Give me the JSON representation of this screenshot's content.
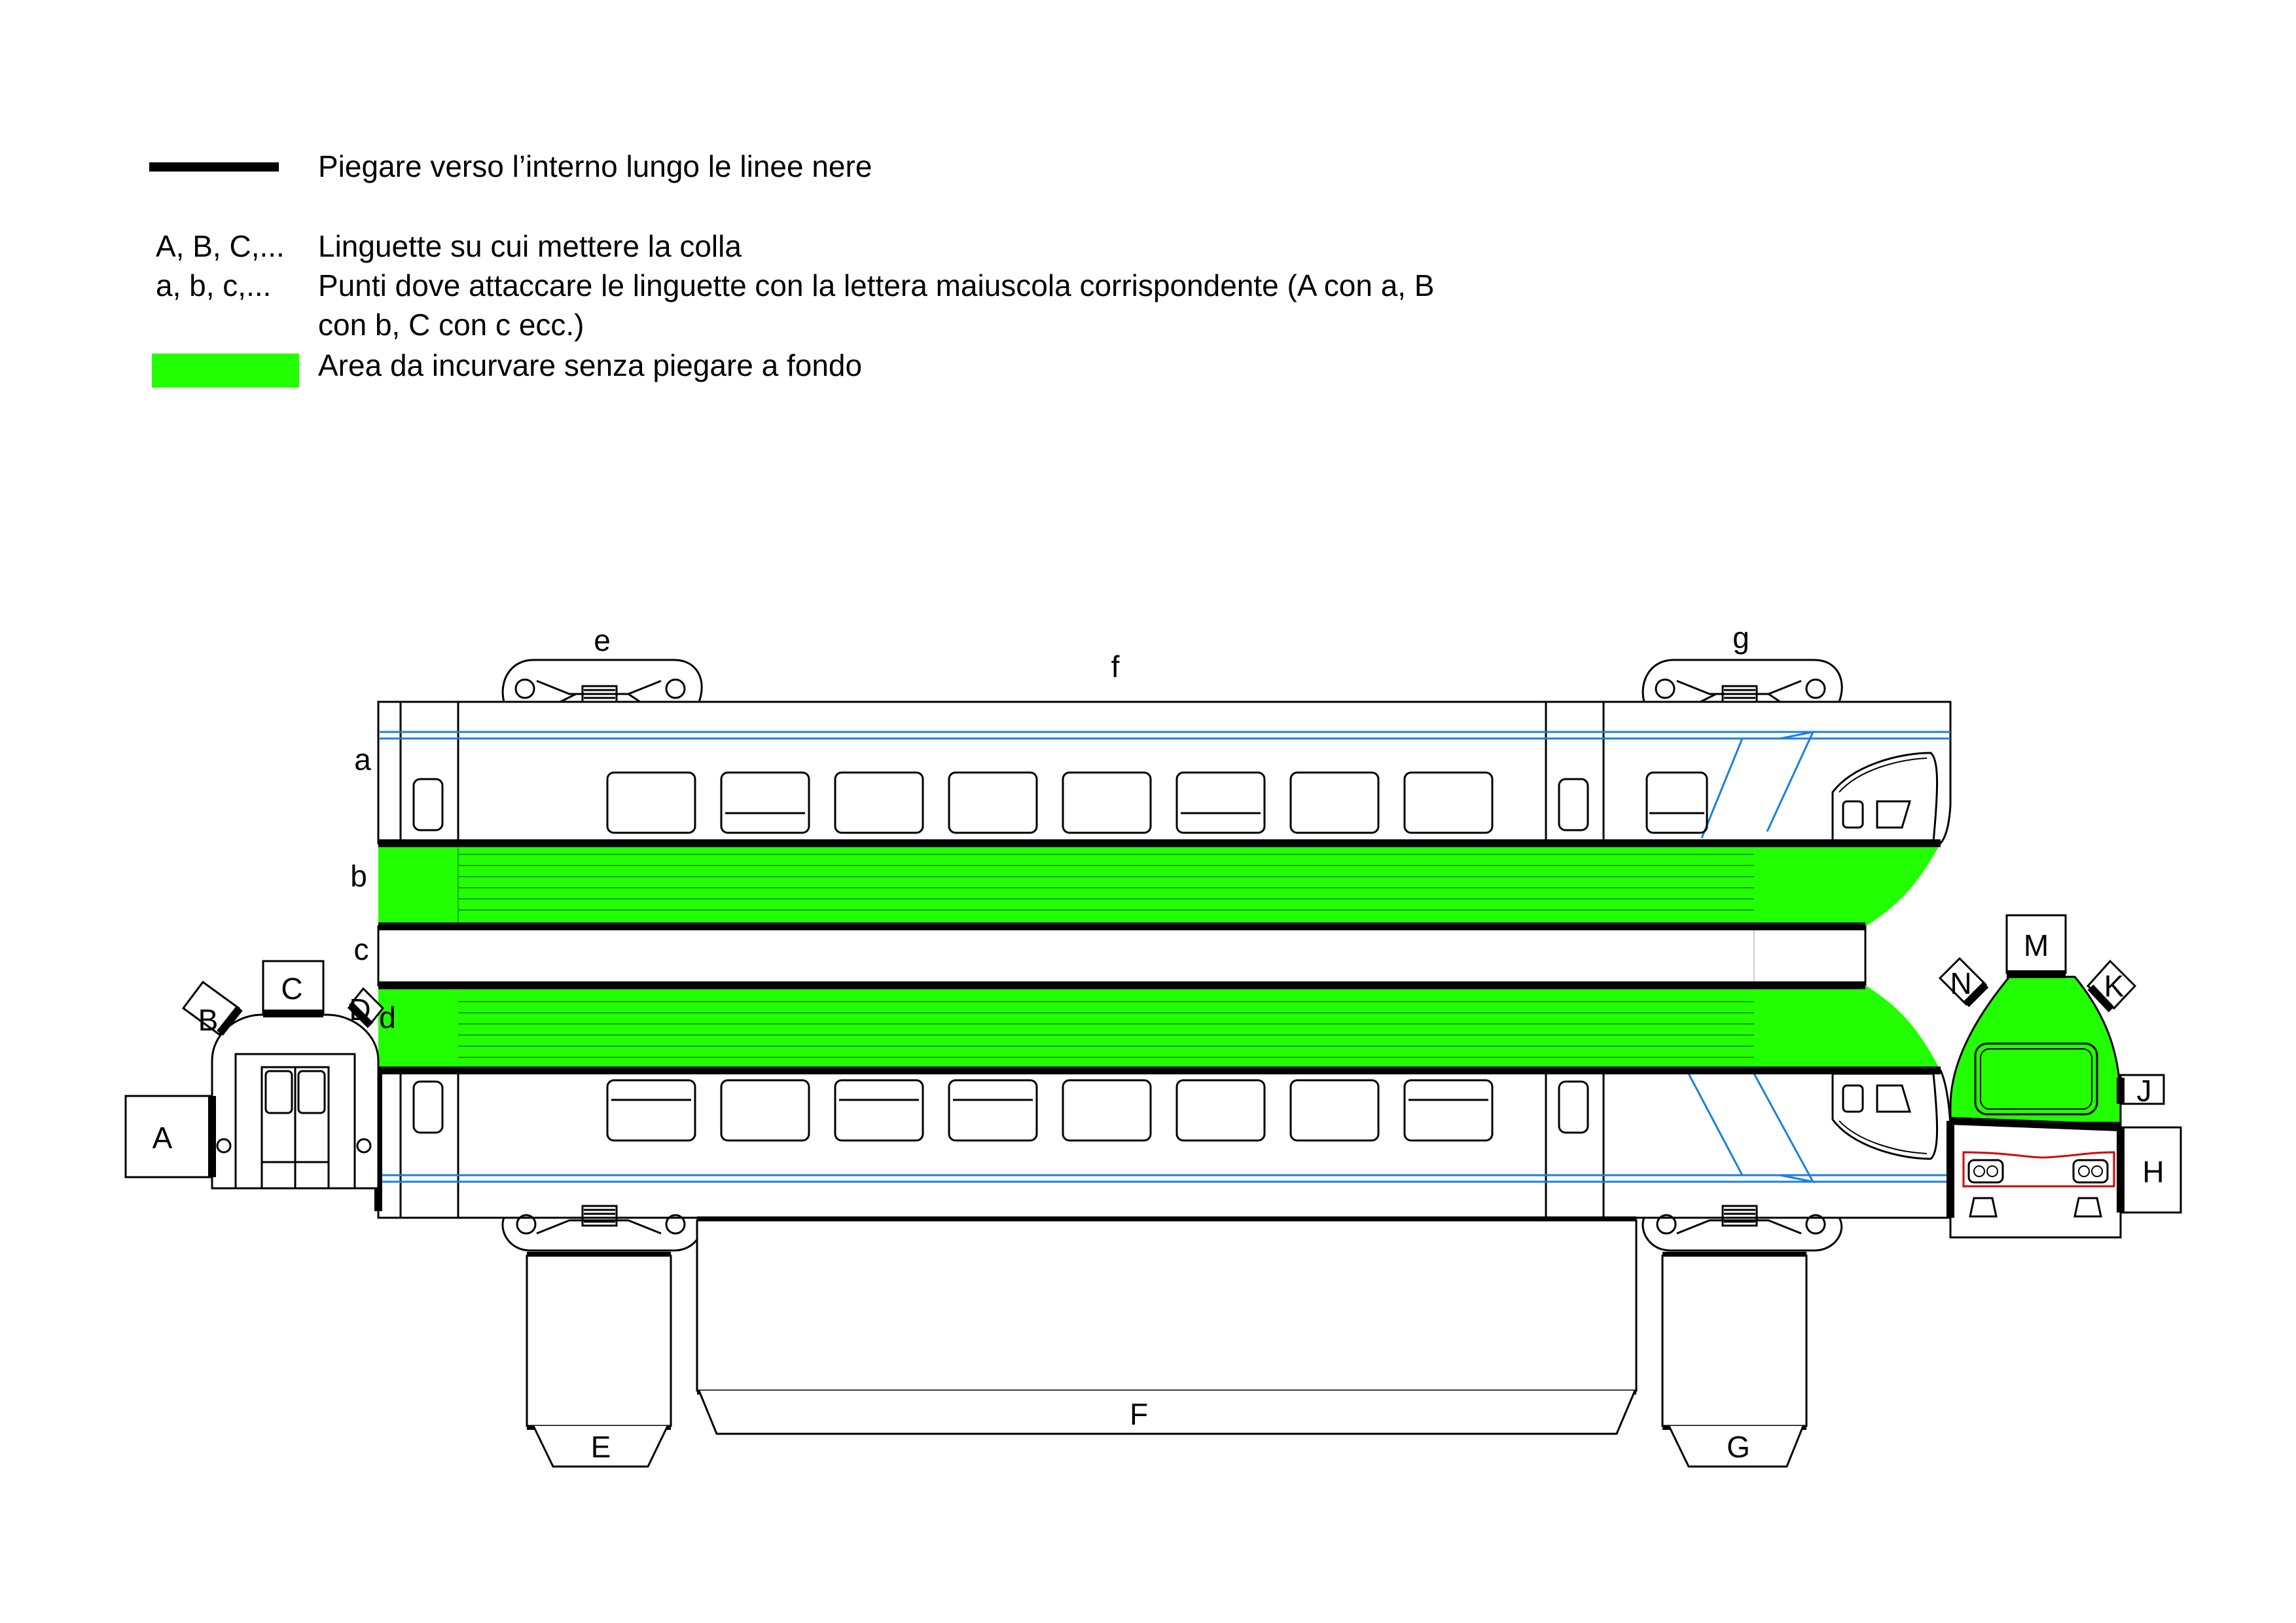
{
  "legend": {
    "fold_line_label": "Piegare verso l’interno lungo le linee nere",
    "tabs_key": "A, B, C,...",
    "tabs_label": "Linguette su cui mettere la colla",
    "points_key": "a, b, c,...",
    "points_label_line1": "Punti dove attaccare le linguette con la lettera maiuscola corrispondente (A con a, B",
    "points_label_line2": "con b, C con c ecc.)",
    "curve_label": "Area da incurvare senza piegare a fondo"
  },
  "labels": {
    "a": "a",
    "b": "b",
    "c": "c",
    "d": "d",
    "D": "D",
    "e": "e",
    "f": "f",
    "g": "g",
    "A": "A",
    "B": "B",
    "C": "C",
    "E": "E",
    "F": "F",
    "G": "G",
    "H": "H",
    "J": "J",
    "K": "K",
    "M": "M",
    "N": "N"
  },
  "colors": {
    "fold": "#000000",
    "curve_area": "#22ff00",
    "stripe": "#1a7fe0",
    "headlight_trim": "#d40000"
  }
}
